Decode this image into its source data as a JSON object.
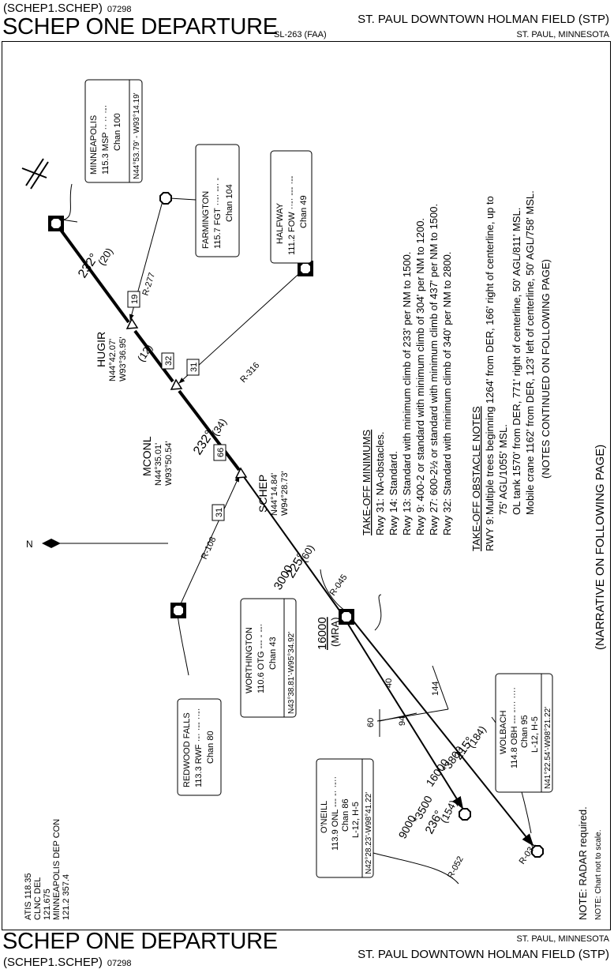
{
  "header": {
    "code": "(SCHEP1.SCHEP)",
    "amendment": "07298",
    "title": "SCHEP ONE DEPARTURE",
    "serial": "SL-263 (FAA)",
    "airport": "ST. PAUL DOWNTOWN HOLMAN FIELD (STP)",
    "city": "ST. PAUL, MINNESOTA"
  },
  "footer": {
    "title": "SCHEP ONE DEPARTURE",
    "code": "(SCHEP1.SCHEP)",
    "amendment": "07298",
    "city": "ST. PAUL, MINNESOTA",
    "airport": "ST. PAUL DOWNTOWN HOLMAN FIELD (STP)"
  },
  "comms": [
    "ATIS 118.35",
    "CLNC DEL",
    "121.675",
    "MINNEAPOLIS DEP CON",
    "121.2  357.4"
  ],
  "notes": {
    "radar": "NOTE:  RADAR required.",
    "scale": "NOTE: Chart not to scale.",
    "narrative": "(NARRATIVE ON FOLLOWING PAGE)",
    "north": "N"
  },
  "takeoff_minimums": {
    "heading": "TAKE-OFF MINIMUMS",
    "lines": [
      "Rwy 31: NA-obstacles.",
      "Rwy 14: Standard.",
      "Rwy 13: Standard with minimum climb of 233' per NM to 1500.",
      "Rwy 9: 400-2 or standard with minimum climb of 304' per NM to 1200.",
      "Rwy 27: 600-2½ or standard with minimum climb of 437' per NM to 1500.",
      "Rwy 32: Standard with minimum climb of 340' per NM to 2800."
    ]
  },
  "obstacle_notes": {
    "heading": "TAKE-OFF OBSTACLE NOTES",
    "rwy": "RWY 9:",
    "lines": [
      "Multiple trees beginning 1264' from DER, 166' right of centerline, up to",
      "75' AGL/1055' MSL.",
      "OL tank 1570' from DER, 771' right of centerline, 50' AGL/811' MSL.",
      "Mobile crane 1162' from DER, 123' left of centerline, 50' AGL/758' MSL.",
      "(NOTES CONTINUED ON FOLLOWING PAGE)"
    ]
  },
  "navaids": {
    "minneapolis": {
      "name": "MINNEAPOLIS",
      "freq": "115.3",
      "id": "MSP",
      "morse": "·· ·· ·-·",
      "chan": "Chan 100",
      "coords": "N44°53.79' - W93°14.19'"
    },
    "farmington": {
      "name": "FARMINGTON",
      "freq": "115.7",
      "id": "FGT",
      "morse": "··-· --· -",
      "chan": "Chan 104"
    },
    "halfway": {
      "name": "HALFWAY",
      "freq": "111.2",
      "id": "FOW",
      "morse": "··-· --- ·--",
      "chan": "Chan 49"
    },
    "worthington": {
      "name": "WORTHINGTON",
      "freq": "110.6",
      "id": "OTG",
      "morse": "--- - --·",
      "chan": "Chan 43",
      "coords": "N43°38.81'-W95°34.92'"
    },
    "redwood": {
      "name": "REDWOOD FALLS",
      "freq": "113.3",
      "id": "RWF",
      "morse": "·-· ·-- ··-·",
      "chan": "Chan 80"
    },
    "oneill": {
      "name": "O'NEILL",
      "freq": "113.9",
      "id": "ONL",
      "morse": "--- -· ·-··",
      "chan": "Chan 86",
      "coords": "N42°28.23'-W98°41.22'",
      "charts": "L-12, H-5"
    },
    "wolbach": {
      "name": "WOLBACH",
      "freq": "114.8",
      "id": "OBH",
      "morse": "--- -··· ····",
      "chan": "Chan 95",
      "coords": "N41°22.54'-W98°21.22'",
      "charts": "L-12, H-5"
    }
  },
  "fixes": {
    "hugir": {
      "name": "HUGIR",
      "lat": "N44°42.07'",
      "lon": "W93°36.95'"
    },
    "mconl": {
      "name": "MCONL",
      "lat": "N44°35.01'",
      "lon": "W93°50.54'"
    },
    "schep": {
      "name": "SCHEP",
      "lat": "N44°14.84'",
      "lon": "W94°28.73'"
    }
  },
  "route_labels": {
    "seg1_course": "232°",
    "seg1_dist": "(20)",
    "seg2_dist": "(12)",
    "seg3_course": "232°",
    "seg3_dist": "(34)",
    "seg4_alt": "3000",
    "seg4_course": "225°",
    "seg4_dist": "(60)",
    "mra_alt": "16000",
    "mra": "(MRA)",
    "oneill_alt": "9000",
    "oneill_course": "236°",
    "oneill_dist": "(154)",
    "oneill_alt2": "*3500",
    "wolbach_alt": "16000",
    "wolbach_course": "215°",
    "wolbach_dist": "(184)",
    "wolbach_alt2": "*3800",
    "r277": "R-277",
    "r316": "R-316",
    "r108": "R-108",
    "r045": "R-045",
    "r052": "R-052",
    "r034": "R-034",
    "b19": "19",
    "b32": "32",
    "b31a": "31",
    "b66": "66",
    "b31b": "31",
    "b40": "40",
    "b144": "144",
    "b94": "94",
    "b60": "60"
  }
}
